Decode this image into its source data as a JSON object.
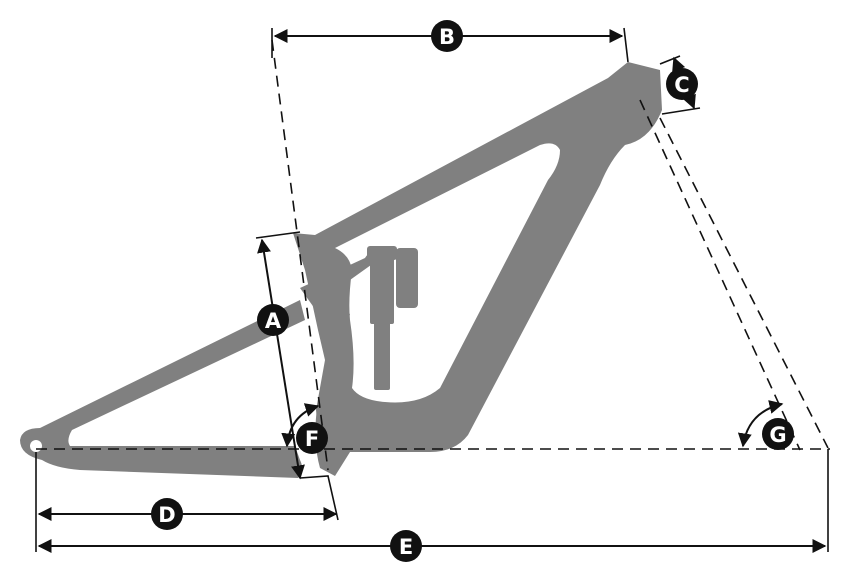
{
  "diagram": {
    "labels": {
      "a": "A",
      "b": "B",
      "c": "C",
      "d": "D",
      "e": "E",
      "f": "F",
      "g": "G"
    },
    "colors": {
      "frame": "#808080",
      "ink": "#111111",
      "background": "#ffffff"
    }
  }
}
